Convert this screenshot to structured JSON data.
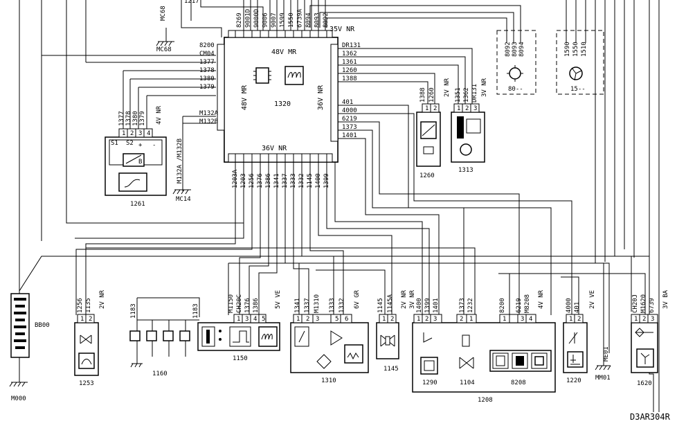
{
  "ecu": {
    "id": "1320",
    "label_top": "48V MR",
    "label_left": "48V MR",
    "label_right": "36V NR",
    "label_bottom": "36V NR",
    "label_top_right": "35V NR",
    "top_wires": [
      "8269",
      "9001D",
      "9000D",
      "9006",
      "9007",
      "1599",
      "1550",
      "6739A",
      "8094",
      "8093",
      "8092"
    ],
    "left_wires": [
      "8200",
      "CM04",
      "1377",
      "1378",
      "1380",
      "1379",
      "M132A",
      "M132B"
    ],
    "right_wires": [
      "DR131",
      "1362",
      "1361",
      "1260",
      "1388",
      "401",
      "4000",
      "6219",
      "1373",
      "1401"
    ],
    "bottom_wires": [
      "1203A",
      "1203",
      "1256",
      "1376",
      "1386",
      "1341",
      "1337",
      "1333",
      "1332",
      "1145",
      "1400",
      "1399"
    ]
  },
  "ground_top": {
    "label": "MC68"
  },
  "ground_mc14": {
    "label": "MC14",
    "wire_label": "M132A /M132B"
  },
  "c1261": {
    "id": "1261",
    "connector_label": "4V NR",
    "wires": [
      "1377",
      "1378",
      "1380",
      "1379"
    ],
    "pins": [
      "1",
      "2",
      "3",
      "4"
    ]
  },
  "c1260": {
    "id": "1260",
    "connector_label": "2V NR",
    "wires": [
      "1388",
      "1260"
    ],
    "pins": [
      "1",
      "2"
    ]
  },
  "c1313": {
    "id": "1313",
    "connector_label": "3V NR",
    "wires": [
      "1351",
      "1362",
      "DR131"
    ],
    "pins": [
      "1",
      "2",
      "3"
    ]
  },
  "c80": {
    "id": "80--",
    "wires": [
      "8092",
      "8093",
      "8094"
    ]
  },
  "c15": {
    "id": "15--",
    "wires": [
      "1590",
      "1550",
      "1510"
    ]
  },
  "bb00": {
    "id": "BB00",
    "ground": "M000"
  },
  "c1253": {
    "id": "1253",
    "connector_label": "2V NR",
    "wires": [
      "1256",
      "1135"
    ],
    "pins": [
      "1",
      "2"
    ]
  },
  "c1160": {
    "id": "1160",
    "wires": [
      "1183",
      "1183"
    ]
  },
  "c1150": {
    "id": "1150",
    "connector_label": "5V VE",
    "wires": [
      "M1150",
      "CH20C",
      "1376",
      "1386"
    ],
    "pins": [
      "1",
      "3",
      "4",
      "5"
    ]
  },
  "c1310": {
    "id": "1310",
    "connector_label": "6V GR",
    "wires": [
      "1341",
      "1337",
      "M1310",
      "1333",
      "1332"
    ],
    "pins": [
      "1",
      "2",
      "3",
      "5",
      "6"
    ]
  },
  "c1145": {
    "id": "1145",
    "connector_label": "2V NR",
    "wires": [
      "1145",
      "1145A"
    ],
    "pins": [
      "1",
      "2"
    ]
  },
  "c1208": {
    "id": "1208",
    "c1290": {
      "id": "1290",
      "connector_label": "3V NR",
      "wires": [
        "1400",
        "1399",
        "1401"
      ],
      "pins": [
        "1",
        "2",
        "3"
      ]
    },
    "c1104": {
      "id": "1104",
      "wires": [
        "1373",
        "1232"
      ],
      "pins": [
        "2",
        "1"
      ]
    },
    "c8208": {
      "id": "8208",
      "connector_label": "4V NR",
      "wires": [
        "8200",
        "6219",
        "M8208"
      ],
      "pins": [
        "1",
        "3",
        "4"
      ]
    }
  },
  "c1220": {
    "id": "1220",
    "connector_label": "2V VE",
    "wires": [
      "4000",
      "401"
    ],
    "pins": [
      "1",
      "2"
    ]
  },
  "ground_mm01": {
    "label": "MM01",
    "wire_label": "ME01"
  },
  "c1620": {
    "id": "1620",
    "connector_label": "3V BA",
    "wires": [
      "CH20J",
      "M1620",
      "6739"
    ],
    "pins": [
      "1",
      "2",
      "3"
    ]
  },
  "ref": "D3AR304R",
  "top_fragment": "1217"
}
